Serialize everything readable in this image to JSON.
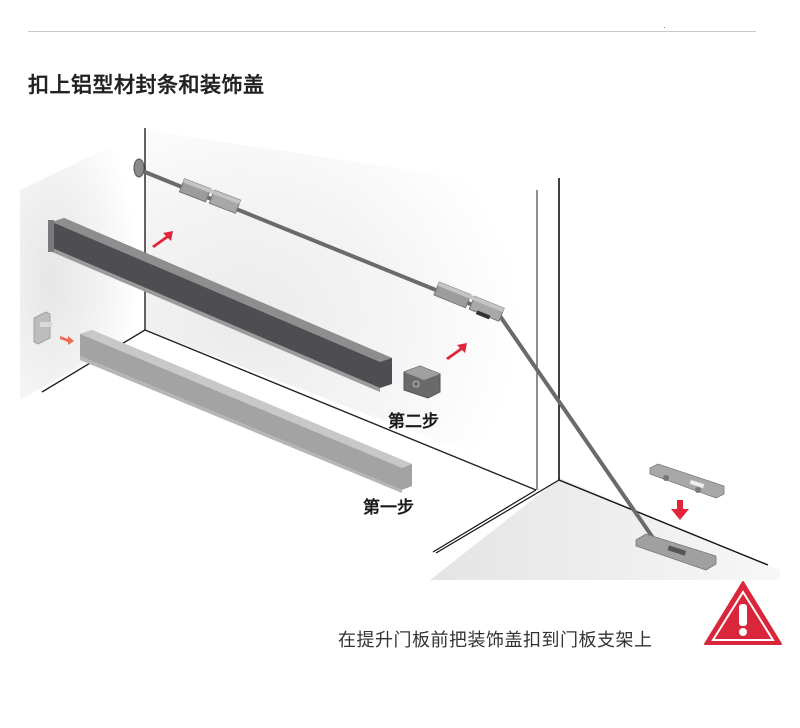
{
  "page": {
    "title": "扣上铝型材封条和装饰盖"
  },
  "illustration": {
    "step_labels": {
      "step1": "第一步",
      "step2": "第二步"
    },
    "arrow_color": "#e0243a",
    "light_arrow_color": "#ee6a55"
  },
  "note": {
    "text": "在提升门板前把装饰盖扣到门板支架上",
    "warning_icon": "warning-triangle-icon",
    "warning_color": "#d9263b"
  }
}
